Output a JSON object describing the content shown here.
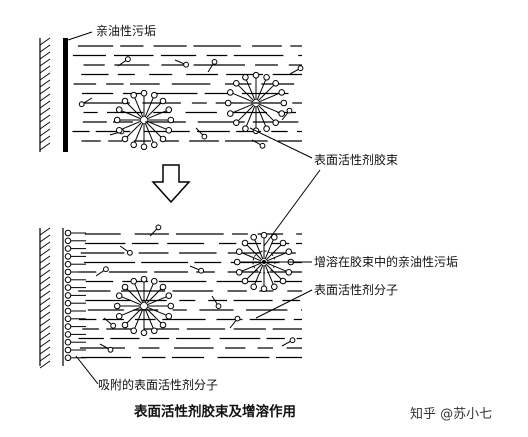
{
  "labels": {
    "lipophilic_dirt": "亲油性污垢",
    "surfactant_micelle": "表面活性剂胶束",
    "solubilized_dirt": "增溶在胶束中的亲油性污垢",
    "surfactant_molecule": "表面活性剂分子",
    "adsorbed_molecules": "吸附的表面活性剂分子"
  },
  "caption": "表面活性剂胶束及增溶作用",
  "watermark": "知乎 @苏小七"
}
